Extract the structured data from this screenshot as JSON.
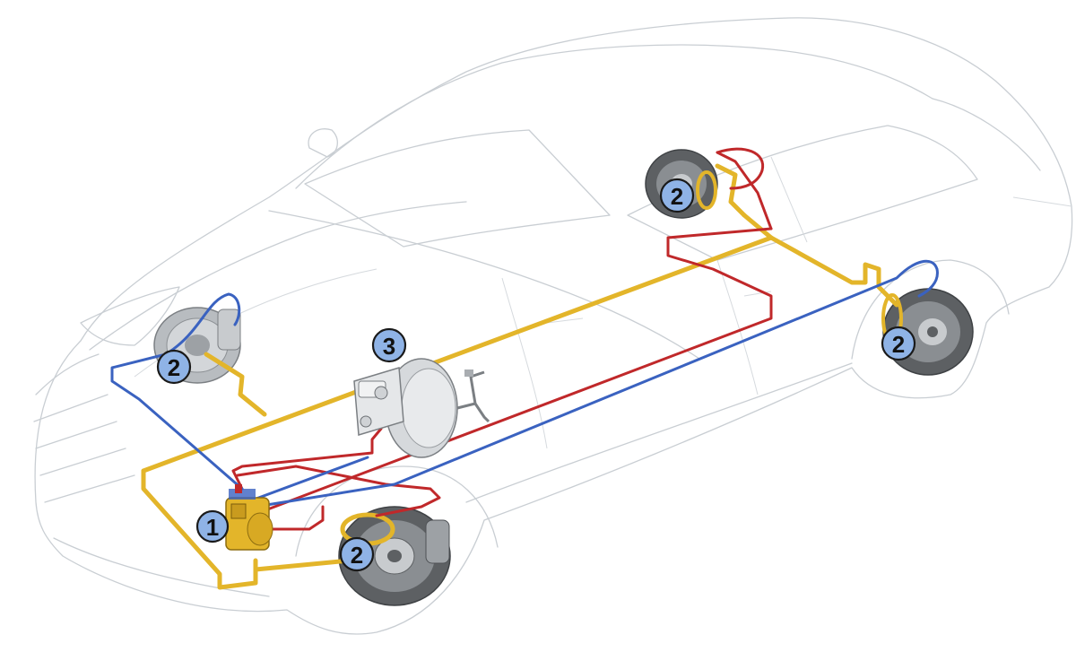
{
  "colors": {
    "background": "#ffffff",
    "car_outline": "#c9ced3",
    "main_yellow_line": "#e3b52a",
    "red_brake_circuit": "#c0282a",
    "blue_brake_circuit": "#3a62c0",
    "callout_fill": "#8fb3e6",
    "disc": "#5d6063",
    "disc_light": "#9da1a5"
  },
  "icons": {
    "hydraulic_unit": "abs-hydraulic-unit-icon",
    "brake_disc": "brake-disc-icon",
    "brake_booster": "brake-booster-icon"
  },
  "callouts": [
    {
      "id": "hydraulic-unit",
      "label": "1"
    },
    {
      "id": "wheel-front-left",
      "label": "2"
    },
    {
      "id": "wheel-front-right",
      "label": "2"
    },
    {
      "id": "wheel-rear-left",
      "label": "2"
    },
    {
      "id": "wheel-rear-right",
      "label": "2"
    },
    {
      "id": "brake-booster",
      "label": "3"
    }
  ]
}
